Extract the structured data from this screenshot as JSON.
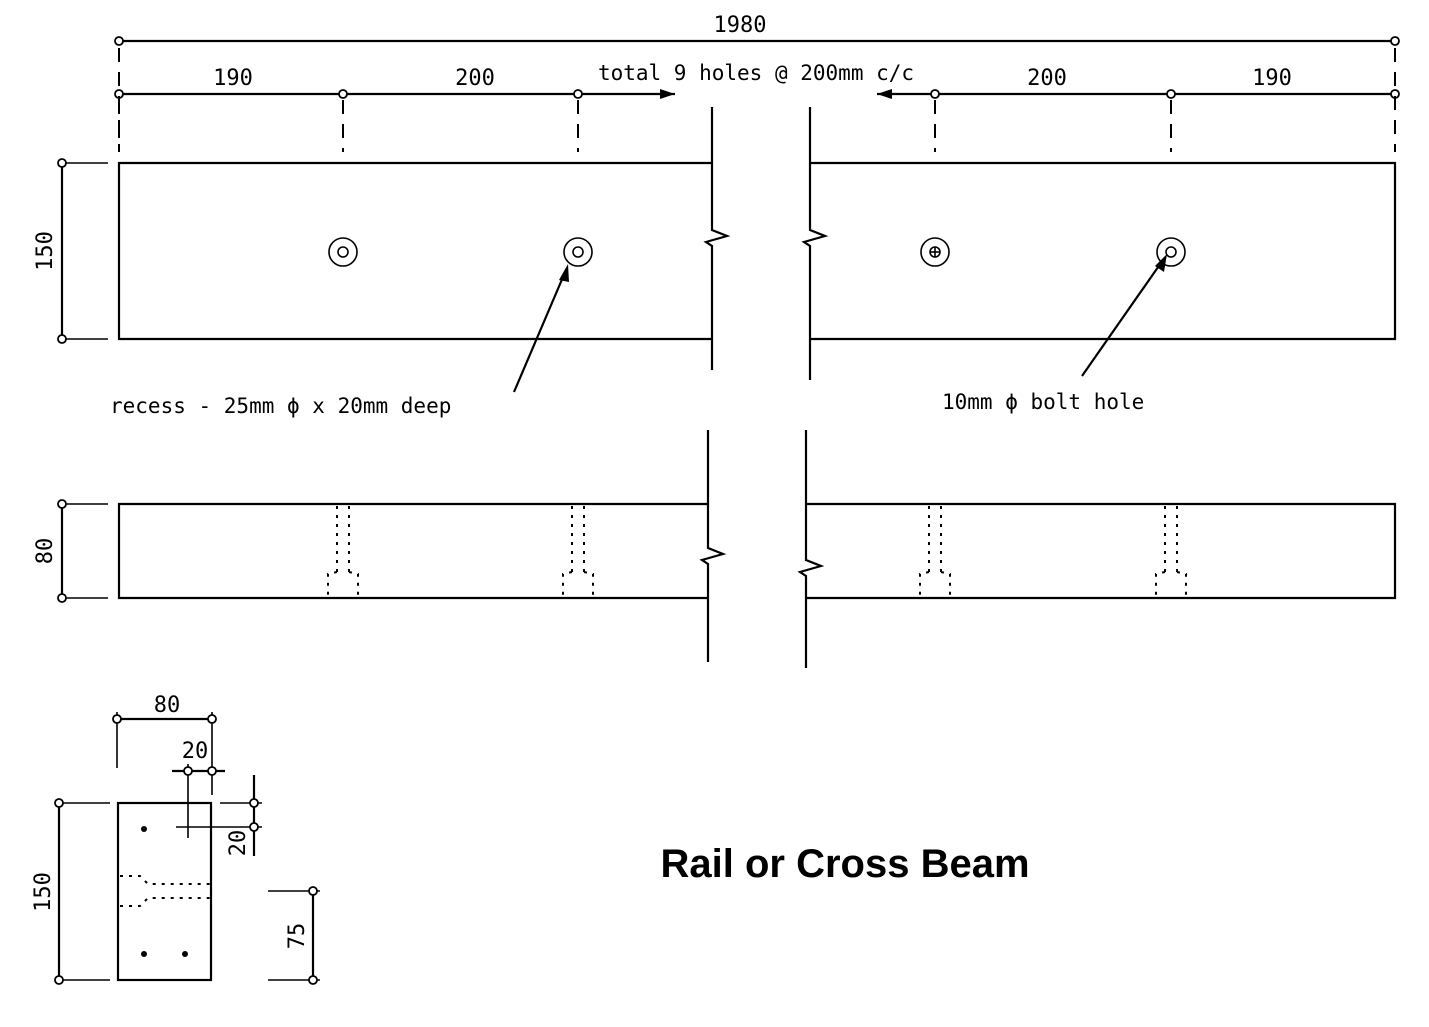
{
  "dimensions": {
    "overall_length": "1980",
    "left_190": "190",
    "left_200": "200",
    "right_200": "200",
    "right_190": "190",
    "plan_height": "150",
    "side_height": "80",
    "section_width": "80",
    "section_offset_x": "20",
    "section_offset_y": "20",
    "section_height": "150",
    "section_mid": "75"
  },
  "notes": {
    "hole_spacing": "total 9 holes @ 200mm c/c",
    "recess": "recess - 25mm ϕ x 20mm deep",
    "bolt_hole": "10mm ϕ bolt hole"
  },
  "title": "Rail or Cross Beam"
}
